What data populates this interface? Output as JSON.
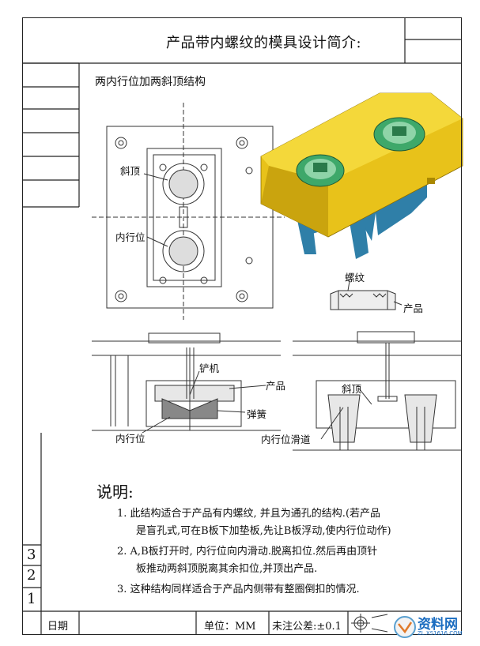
{
  "title": "产品带内螺纹的模具设计简介:",
  "subtitle": "两内行位加两斜顶结构",
  "labels": {
    "xieding": "斜顶",
    "neixingwei": "内行位",
    "luowen": "螺纹",
    "chanpin": "产品",
    "chanji": "铲机",
    "tanhuang": "弹簧",
    "neixingwei2": "内行位",
    "neixingwei_huadao": "内行位滑道",
    "xieding2": "斜顶",
    "chanpin2": "产品"
  },
  "notes": {
    "heading": "说明:",
    "items": [
      {
        "num": "1.",
        "line1": "此结构适合于产品有内螺纹, 并且为通孔的结构.(若产品",
        "line2": "是盲孔式,可在B板下加垫板,先让B板浮动,使内行位动作)"
      },
      {
        "num": "2.",
        "line1": "A,B板打开时, 内行位向内滑动.脱离扣位.然后再由顶针",
        "line2": "板推动两斜顶脱离其余扣位,并顶出产品."
      },
      {
        "num": "3.",
        "line1": "这种结构同样适合于产品内侧带有整圈倒扣的情况.",
        "line2": ""
      }
    ]
  },
  "revision_rows": [
    "3",
    "2",
    "1"
  ],
  "footer": {
    "date_label": "日期",
    "unit_label": "单位：MM",
    "tolerance_label": "未注公差:±0.1"
  },
  "watermark": {
    "text": "资料网",
    "sub": "ZL.XS1616.COM"
  },
  "colors": {
    "mold_yellow": "#e8c21a",
    "insert_green": "#3ea86a",
    "pin_blue": "#2f7fa8"
  }
}
